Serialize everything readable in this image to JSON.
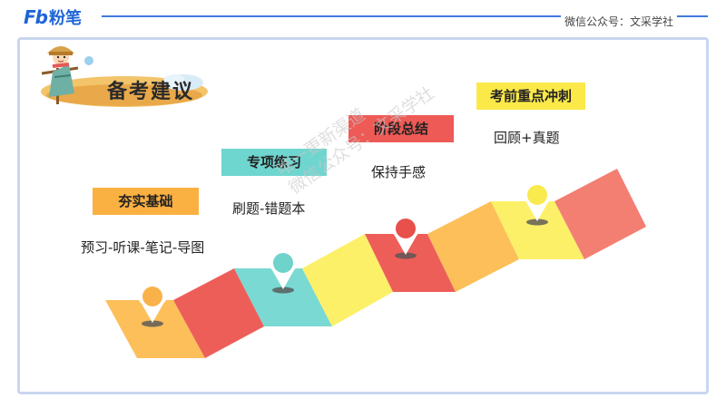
{
  "header": {
    "logo_mark": "Fb",
    "logo_text": "粉笔",
    "wechat": "微信公众号：文采学社"
  },
  "hero": {
    "title": "备考建议"
  },
  "stages": [
    {
      "tag": "夯实基础",
      "desc": "预习-听课-笔记-导图",
      "tag_color": "#fbb042",
      "pin_color": "#f9b24a"
    },
    {
      "tag": "专项练习",
      "desc": "刷题-错题本",
      "tag_color": "#6fd5cf",
      "pin_color": "#6ed3cb"
    },
    {
      "tag": "阶段总结",
      "desc": "保持手感",
      "tag_color": "#ee5a56",
      "pin_color": "#e8504b"
    },
    {
      "tag": "考前重点冲刺",
      "desc": "回顾+真题",
      "tag_color": "#fbe94a",
      "pin_color": "#f9ea4e"
    }
  ],
  "watermark": {
    "line1": "唯一更新渠道",
    "line2": "微信公众号：文采学社"
  },
  "colors": {
    "orange": "#fdbf59",
    "red": "#ee5e59",
    "teal": "#7ad9d2",
    "yellow": "#fcf068",
    "salmon": "#f37f72",
    "frame": "#c9d6ef",
    "brand": "#1e64d8"
  }
}
